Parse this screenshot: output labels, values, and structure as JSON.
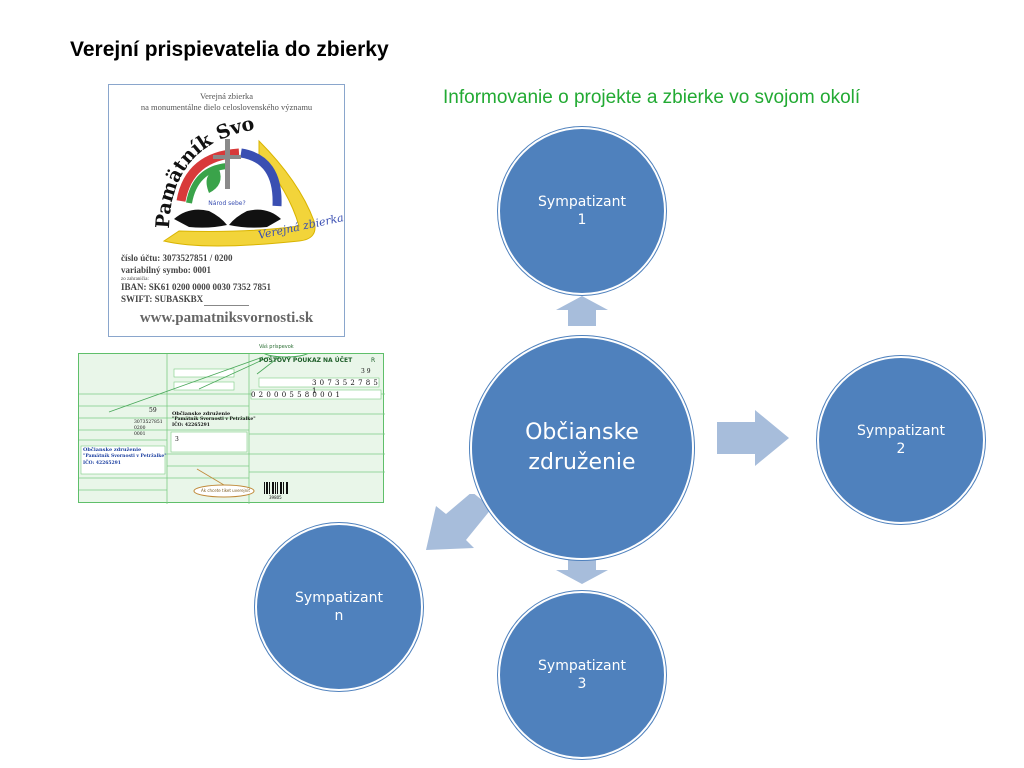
{
  "slide": {
    "title": "Verejní prispievatelia do zbierky",
    "subtitle": "Informovanie o projekte a zbierke vo svojom okolí"
  },
  "poster": {
    "heading_line1": "Verejná zbierka",
    "heading_line2": "na monumentálne dielo celoslovenského významu",
    "logo_arc_text": "Pamätník Svornosti",
    "logo_ribbon_text": "Verejná zbierka",
    "logo_center_text": "Národ sebe?",
    "account_line": "číslo účtu: 3073527851 / 0200",
    "variable_symbol": "variabilný symbo: 0001",
    "small_note_1": "zo zahraničia:",
    "iban": "IBAN:        SK61 0200 0000 0030 7352 7851",
    "swift": "SWIFT:       SUBASKBX",
    "website": "www.pamatniksvornosti.sk"
  },
  "form": {
    "callout_top": "Váš príspevok",
    "form_title": "POŠTOVÝ POUKAZ NA ÚČET",
    "form_letter": "R",
    "amount_digits": "3 9",
    "account_digits": "3 0 7 3 5 2 7 8 5 1",
    "iban_digits": "0 2 0 0 0 5 5 8 0 0 0 1",
    "left_amount": "59",
    "recipient_left_1": "Občianske združenie",
    "recipient_left_2": "\"Pamätník Svornosti v Petržalke\"",
    "recipient_left_3": "IČO: 42265291",
    "recipient_mid_1": "Občianske združenie",
    "recipient_mid_2": "\"Pamätník Svornosti v Petržalke\"",
    "recipient_mid_3": "IČO: 42265291",
    "account_small": "3073527851",
    "bank_code": "0200",
    "symbol_small": "0001",
    "symbol_box": "3",
    "callout_bottom": "Ak chcete tiket uverejniť",
    "barcode_number": "39805"
  },
  "diagram": {
    "center_label_line1": "Občianske",
    "center_label_line2": "združenie",
    "nodes": {
      "top": {
        "line1": "Sympatizant",
        "line2": "1"
      },
      "right": {
        "line1": "Sympatizant",
        "line2": "2"
      },
      "bottom": {
        "line1": "Sympatizant",
        "line2": "3"
      },
      "left": {
        "line1": "Sympatizant",
        "line2": "n"
      }
    }
  },
  "colors": {
    "node_fill": "#4f81bd",
    "arrow_fill": "#a7bddb",
    "subtitle_green": "#22aa33",
    "form_green": "#5fbf6a"
  }
}
